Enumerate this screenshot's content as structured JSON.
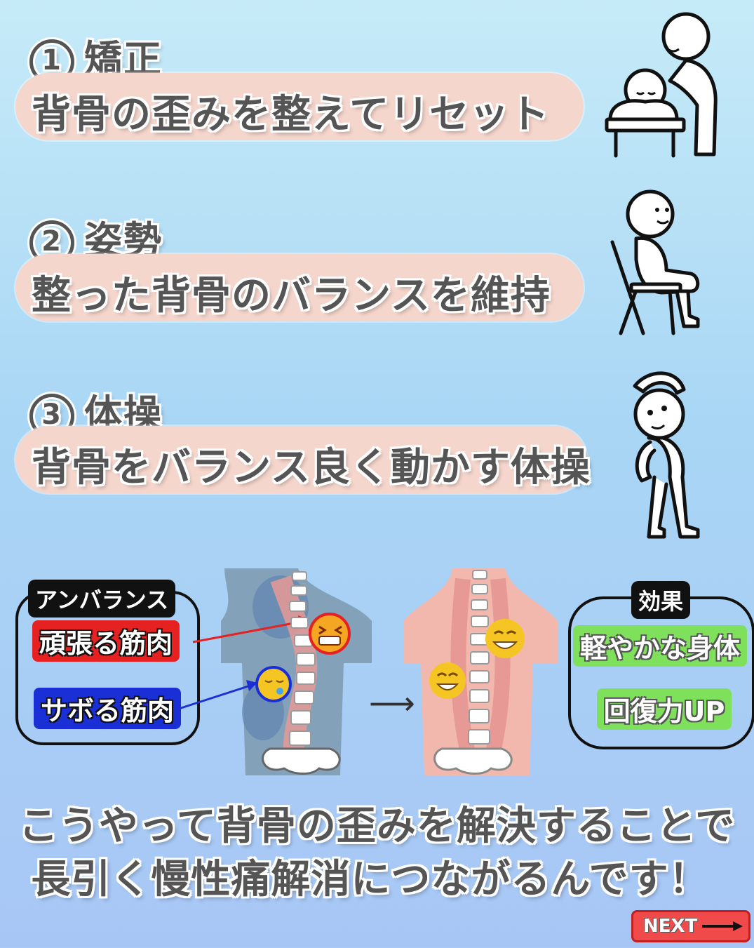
{
  "steps": [
    {
      "num": "1",
      "title": "矯正",
      "description": "背骨の歪みを整えてリセット"
    },
    {
      "num": "2",
      "title": "姿勢",
      "description": "整った背骨のバランスを維持"
    },
    {
      "num": "3",
      "title": "体操",
      "description": "背骨をバランス良く動かす体操"
    }
  ],
  "imbalance_panel": {
    "label": "アンバランス",
    "working_muscle": "頑張る筋肉",
    "lazy_muscle": "サボる筋肉"
  },
  "effect_panel": {
    "label": "効果",
    "items": [
      "軽やかな身体",
      "回復力UP"
    ]
  },
  "conclusion": {
    "line1": "こうやって背骨の歪みを解決することで",
    "line2": "長引く慢性痛解消につながるんです！"
  },
  "next_button": {
    "label": "NEXT"
  },
  "colors": {
    "pill": "#f5d6cc",
    "red": "#e62121",
    "blue": "#1a2fd6",
    "green": "#7fe05c"
  }
}
